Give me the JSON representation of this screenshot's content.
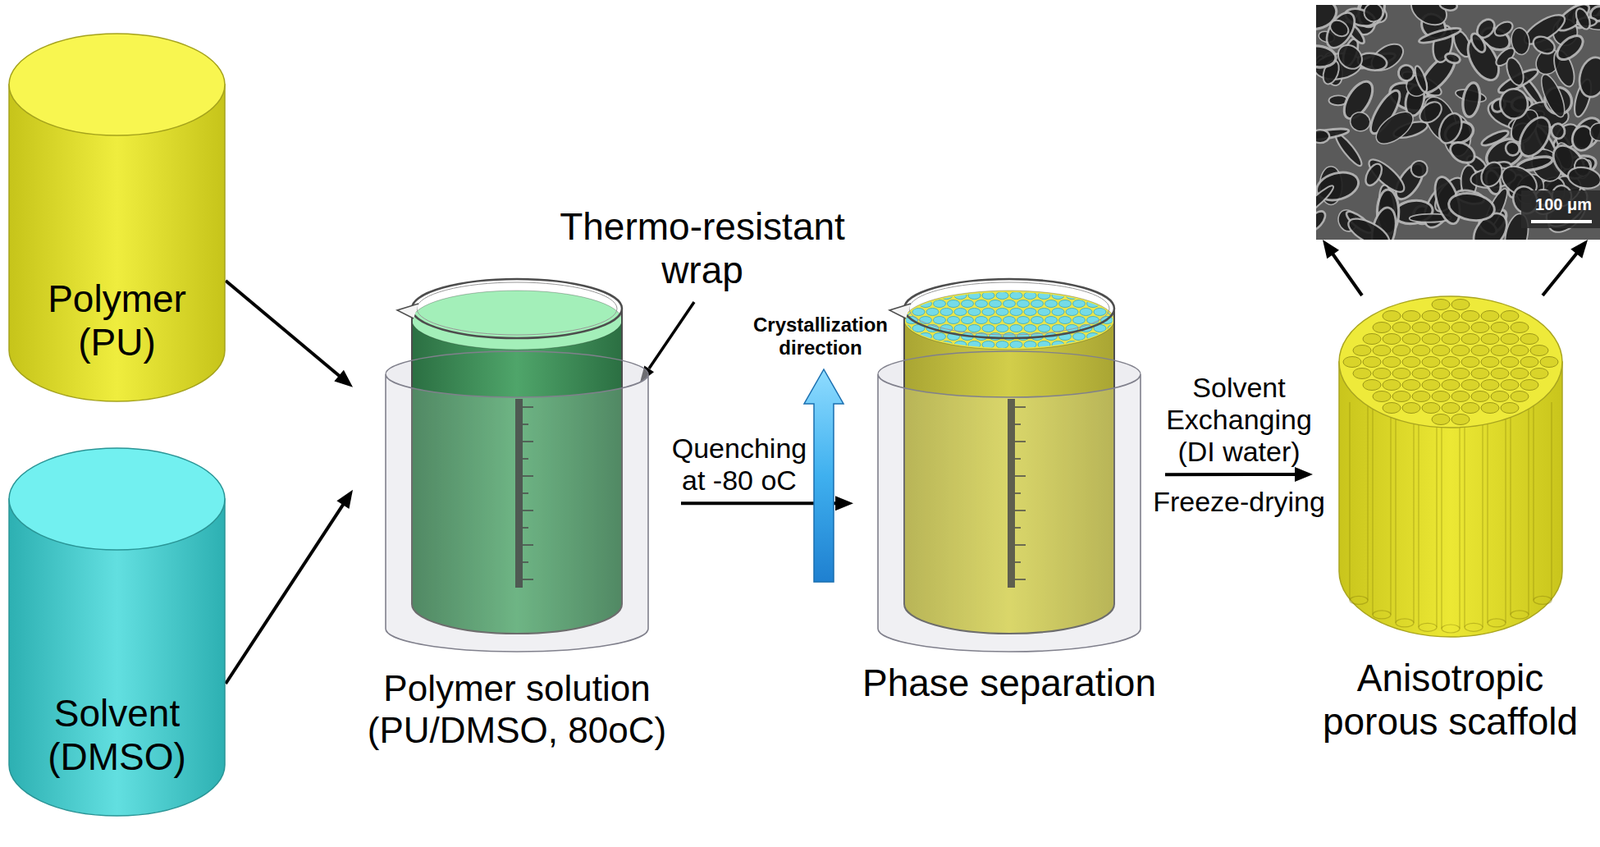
{
  "diagram": {
    "nodes": [
      {
        "text": [
          "Polymer (PU)"
        ]
      },
      {
        "text": [
          "Solvent (DMSO)"
        ]
      },
      {
        "text": [
          "Polymer solution (PU/DMSO, 80oC)"
        ]
      },
      {
        "text": [
          "Phase separation"
        ]
      },
      {
        "text": [
          "Anisotropic porous scaffold"
        ]
      },
      {
        "text": [
          "100 μm"
        ]
      }
    ],
    "edges": [
      {
        "from": 0,
        "to": 2,
        "arrow": "to"
      },
      {
        "from": 1,
        "to": 2,
        "arrow": "to"
      },
      {
        "from": 2,
        "to": 3,
        "arrow": "to",
        "label": "Quenching at -80 oC"
      },
      {
        "from": 3,
        "to": 4,
        "arrow": "to",
        "label": "Solvent Exchanging (DI water)"
      },
      {
        "from": 4,
        "to": 5,
        "arrow": "to"
      },
      {
        "from": 4,
        "to": 5,
        "arrow": "to"
      }
    ],
    "labels": [
      "Thermo-resistant wrap",
      "Crystallization direction",
      "Freeze-drying"
    ]
  }
}
